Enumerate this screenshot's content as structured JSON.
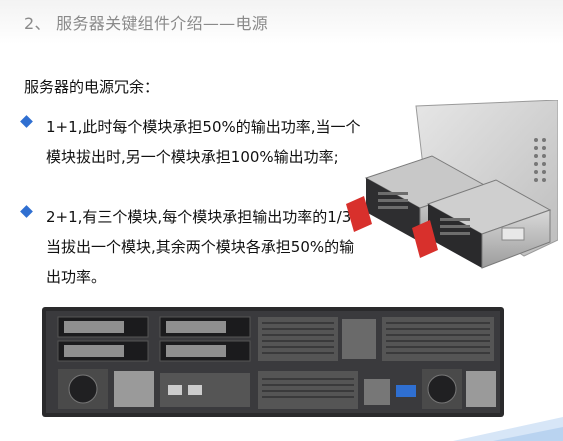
{
  "slide": {
    "title": "2、 服务器关键组件介绍——电源"
  },
  "content": {
    "heading": "服务器的电源冗余：",
    "bullets": [
      {
        "text": "1+1,此时每个模块承担50%的输出功率,当一个模块拔出时,另一个模块承担100%输出功率;"
      },
      {
        "text": "2+1,有三个模块,每个模块承担输出功率的1/3,当拔出一个模块,其余两个模块各承担50%的输出功率。"
      }
    ]
  },
  "colors": {
    "bullet": "#2f6fd1",
    "title": "#8a8a8a",
    "psu_handle": "#d8302c",
    "chassis": "#2a2a2c"
  },
  "images": {
    "psu": "power-supply-modules-photo",
    "server": "rack-server-rear-photo"
  }
}
